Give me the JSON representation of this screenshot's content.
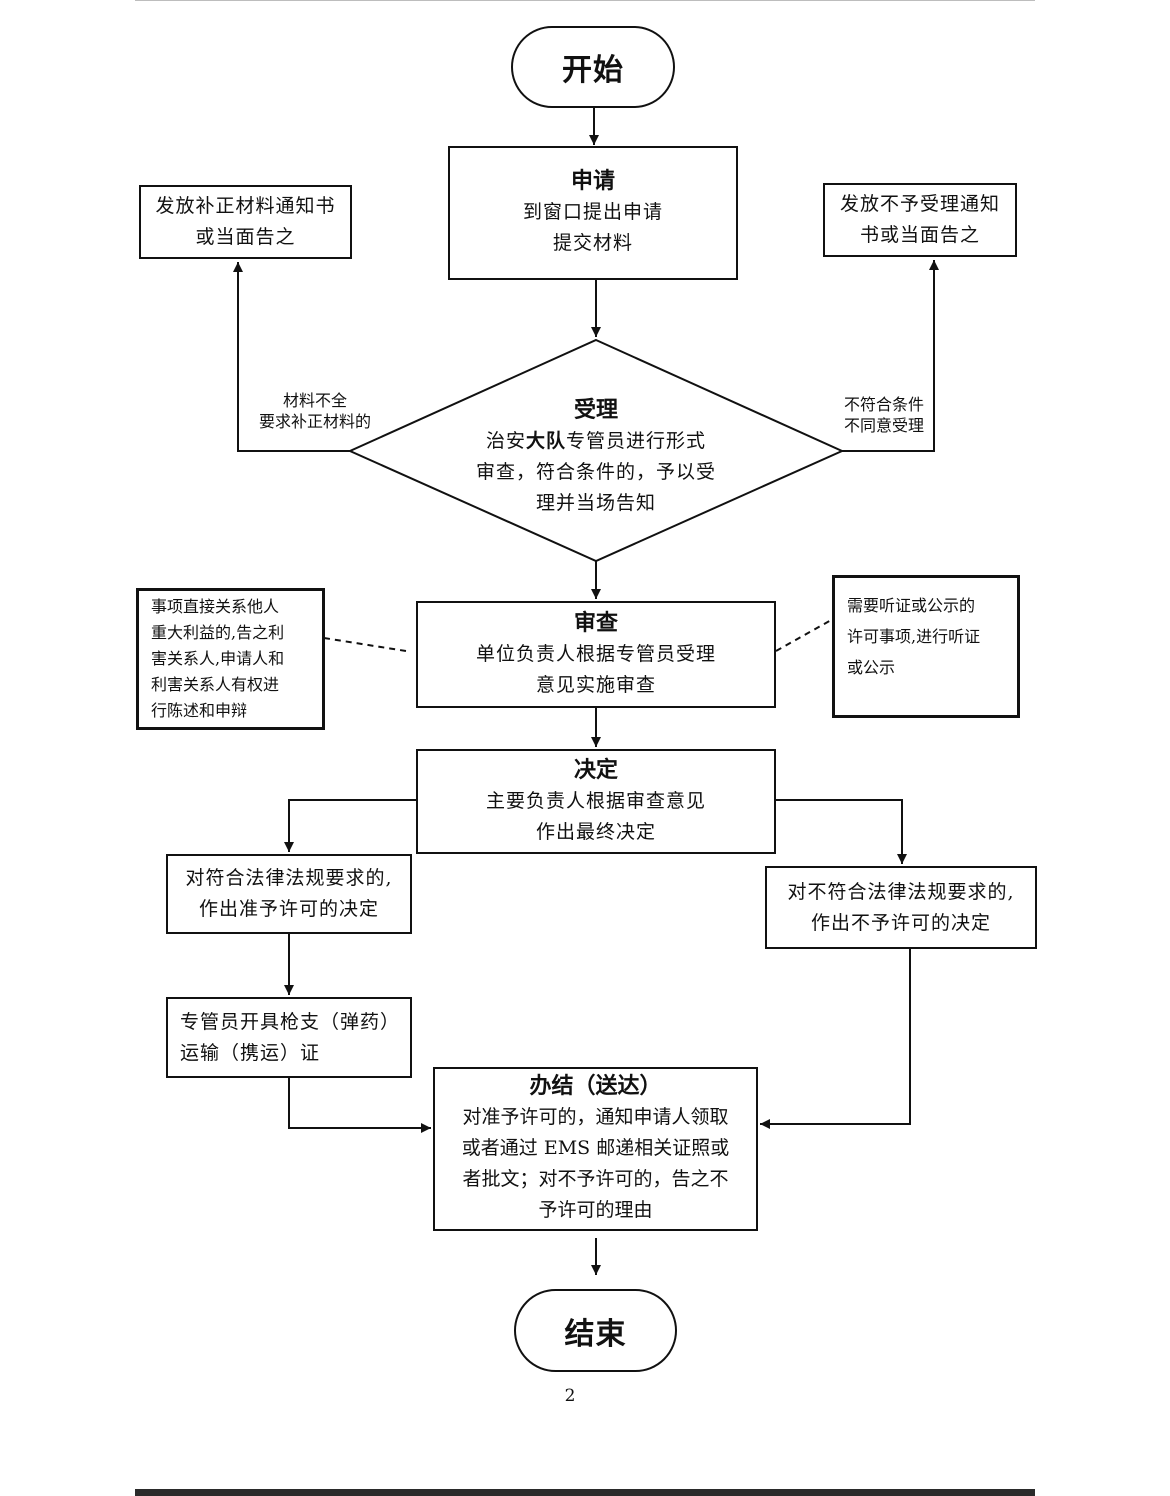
{
  "start": "开始",
  "end": "结束",
  "apply": {
    "title": "申请",
    "lines": [
      "到窗口提出申请",
      "提交材料"
    ]
  },
  "supplement_notice": {
    "lines": [
      "发放补正材料通知书",
      "或当面告之"
    ]
  },
  "reject_notice": {
    "lines": [
      "发放不予受理通知",
      "书或当面告之"
    ]
  },
  "accept": {
    "title": "受理",
    "line1_pre": "治安",
    "line1_bold": "大队",
    "line1_post": "专管员进行形式",
    "line2": "审查，符合条件的，予以受",
    "line3": "理并当场告知"
  },
  "left_branch_label": [
    "材料不全",
    "要求补正材料的"
  ],
  "right_branch_label": [
    "不符合条件",
    "不同意受理"
  ],
  "review": {
    "title": "审查",
    "lines": [
      "单位负责人根据专管员受理",
      "意见实施审查"
    ]
  },
  "interest_note": {
    "lines": [
      "事项直接关系他人",
      "重大利益的,告之利",
      "害关系人,申请人和",
      "利害关系人有权进",
      "行陈述和申辩"
    ]
  },
  "hearing_note": {
    "lines": [
      "需要听证或公示的",
      "许可事项,进行听证",
      "或公示"
    ]
  },
  "decision": {
    "title": "决定",
    "lines": [
      "主要负责人根据审查意见",
      "作出最终决定"
    ]
  },
  "approve": {
    "lines": [
      "对符合法律法规要求的,",
      "作出准予许可的决定"
    ]
  },
  "deny": {
    "lines": [
      "对不符合法律法规要求的,",
      "作出不予许可的决定"
    ]
  },
  "permit": {
    "lines": [
      "专管员开具枪支（弹药）",
      "运输（携运）证"
    ]
  },
  "deliver": {
    "title": "办结（送达）",
    "lines": [
      "对准予许可的，通知申请人领取",
      "或者通过 EMS 邮递相关证照或",
      "者批文；对不予许可的，告之不",
      "予许可的理由"
    ]
  },
  "page_number": "2"
}
